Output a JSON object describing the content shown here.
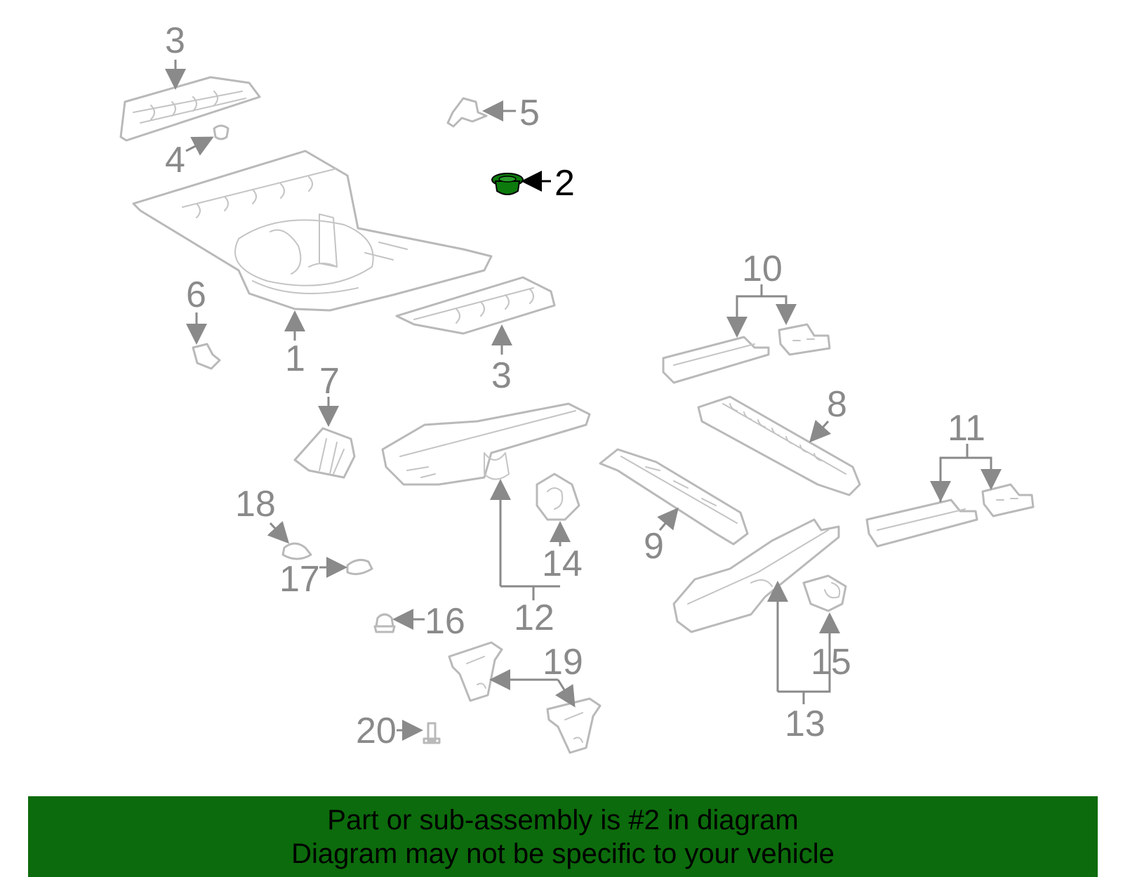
{
  "diagram": {
    "highlight_color": "#0c7a0c",
    "selected_part": "2",
    "callouts": [
      "1",
      "2",
      "3",
      "3",
      "4",
      "5",
      "6",
      "7",
      "8",
      "9",
      "10",
      "11",
      "12",
      "13",
      "14",
      "15",
      "16",
      "17",
      "18",
      "19",
      "20"
    ]
  },
  "banner": {
    "line1": "Part or sub-assembly is #2 in diagram",
    "line2": "Diagram may not be specific to your vehicle",
    "background": "#0c6b0c"
  }
}
